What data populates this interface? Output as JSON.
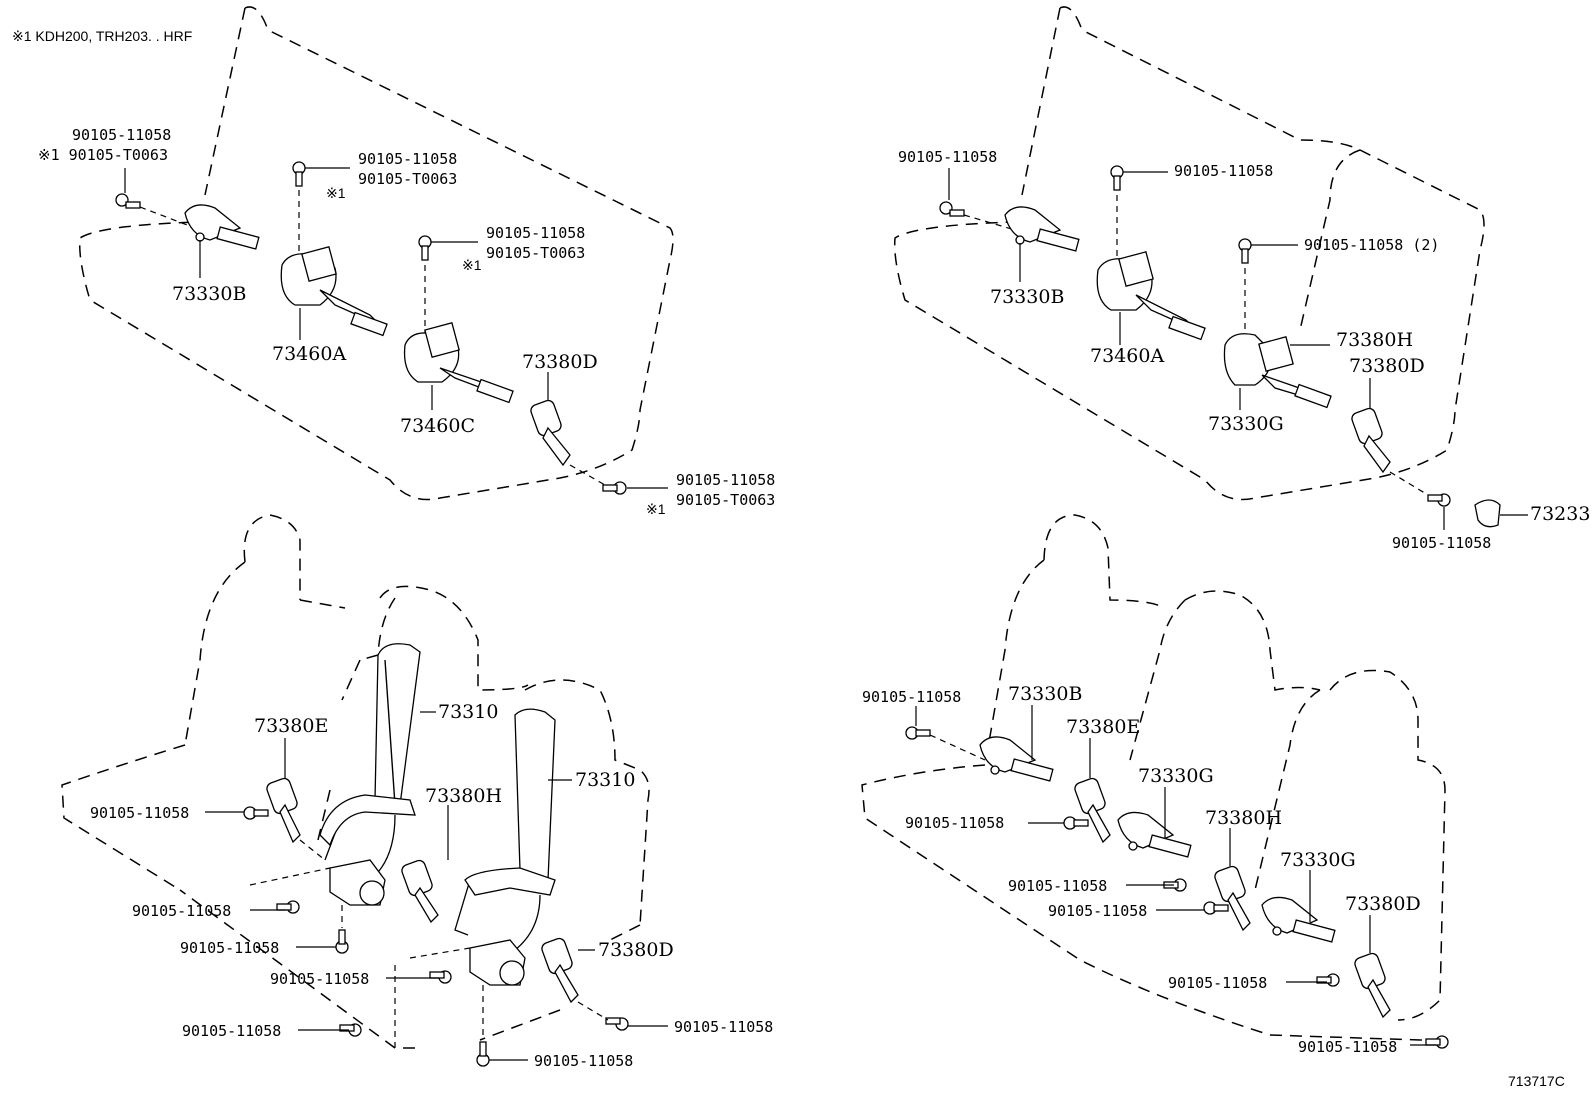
{
  "note": "※1 KDH200, TRH203. . HRF",
  "diagram_id": "713717C",
  "panels": {
    "top_left": {
      "bolt_a": [
        "90105-11058",
        "※1 90105-T0063"
      ],
      "bolt_b": [
        "90105-11058",
        "90105-T0063"
      ],
      "bolt_b_mark": "※1",
      "bolt_c": [
        "90105-11058",
        "90105-T0063"
      ],
      "bolt_c_mark": "※1",
      "bolt_d": [
        "90105-11058",
        "90105-T0063"
      ],
      "bolt_d_mark": "※1",
      "p1": "73330B",
      "p2": "73460A",
      "p3": "73460C",
      "p4": "73380D"
    },
    "top_right": {
      "bolt_a": "90105-11058",
      "bolt_b": "90105-11058",
      "bolt_c": "90105-11058 (2)",
      "bolt_d": "90105-11058",
      "p1": "73330B",
      "p2": "73460A",
      "p3": "73380H",
      "p4": "73380D",
      "p5": "73330G",
      "p6": "73233"
    },
    "bottom_left": {
      "p_e": "73380E",
      "p_310a": "73310",
      "p_h": "73380H",
      "p_310b": "73310",
      "p_d": "73380D",
      "b1": "90105-11058",
      "b2": "90105-11058",
      "b3": "90105-11058",
      "b4": "90105-11058",
      "b5": "90105-11058",
      "b6": "90105-11058",
      "b7": "90105-11058"
    },
    "bottom_right": {
      "b1": "90105-11058",
      "p_b": "73330B",
      "p_e": "73380E",
      "b2": "90105-11058",
      "p_g1": "73330G",
      "b3": "90105-11058",
      "p_h": "73380H",
      "b4": "90105-11058",
      "p_g2": "73330G",
      "p_d": "73380D",
      "b5": "90105-11058",
      "b6": "90105-11058"
    }
  }
}
